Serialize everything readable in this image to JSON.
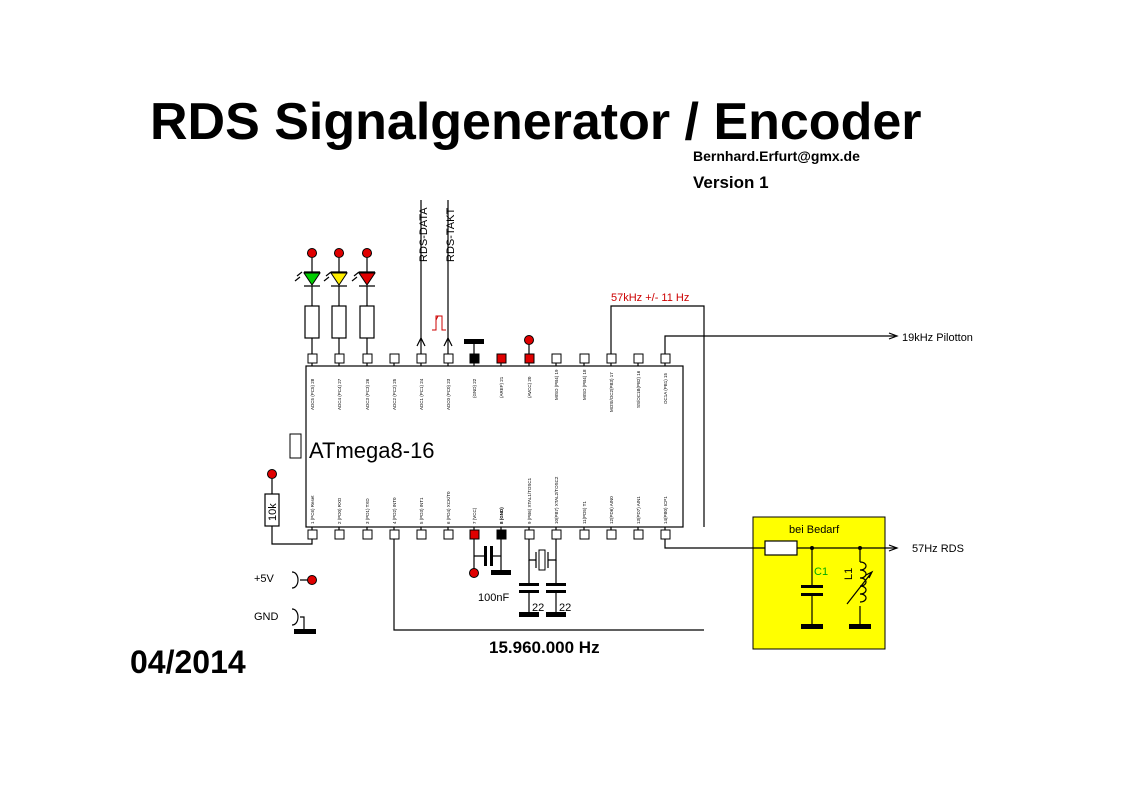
{
  "title": "RDS Signalgenerator / Encoder",
  "email": "Bernhard.Erfurt@gmx.de",
  "version": "Version 1",
  "date": "04/2014",
  "chip": {
    "name": "ATmega8-16"
  },
  "inputs": {
    "data": "RDS-DATA",
    "clock": "RDS-TAKT"
  },
  "signals": {
    "freq57": "57kHz +/- 11 Hz",
    "pilot": "19kHz Pilotton",
    "rds_out": "57Hz RDS"
  },
  "optional": {
    "label": "bei Bedarf",
    "c1": "C1",
    "l1": "L1"
  },
  "components": {
    "reset_resistor": "10k",
    "decoupling_cap": "100nF",
    "cap_a": "22",
    "cap_b": "22",
    "crystal_freq": "15.960.000 Hz"
  },
  "power": {
    "vcc": "+5V",
    "gnd": "GND"
  },
  "top_pins": [
    "ADC5 (PC5) 28",
    "ADC4 (PC4) 27",
    "ADC3 (PC3) 26",
    "ADC2 (PC2) 25",
    "ADC1 (PC1) 24",
    "ADC0 (PC0) 23",
    "(GND) 22",
    "(AREF) 21",
    "(AVCC) 20",
    "MISO (PB4) 19",
    "MISO (PB4) 18",
    "MOSI/OC2(PB3) 17",
    "SS/OC1B(PB2) 16",
    "OC1A (PB1) 15"
  ],
  "bottom_pins": [
    "1 (PC6) Reset",
    "2 (PD0) RXD",
    "3 (PD1) TXD",
    "4 (PD2) INT0",
    "5 (PD3) INT1",
    "6 (PD4) XCK/T0",
    "7 (VCC)",
    "8 (GND)",
    "9 (PB6) XTAL1/TOSC1",
    "10(PB7) XTAL2/TOSC2",
    "11(PD5) T1",
    "12(PD6) AIN0",
    "13(PD7) AIN1",
    "14(PB0) ICP1"
  ],
  "colors": {
    "red": "#e00000",
    "yellow": "#ffff00",
    "green": "#00cc00",
    "led_yellow": "#ffee00",
    "signal_red": "#cc0000"
  }
}
